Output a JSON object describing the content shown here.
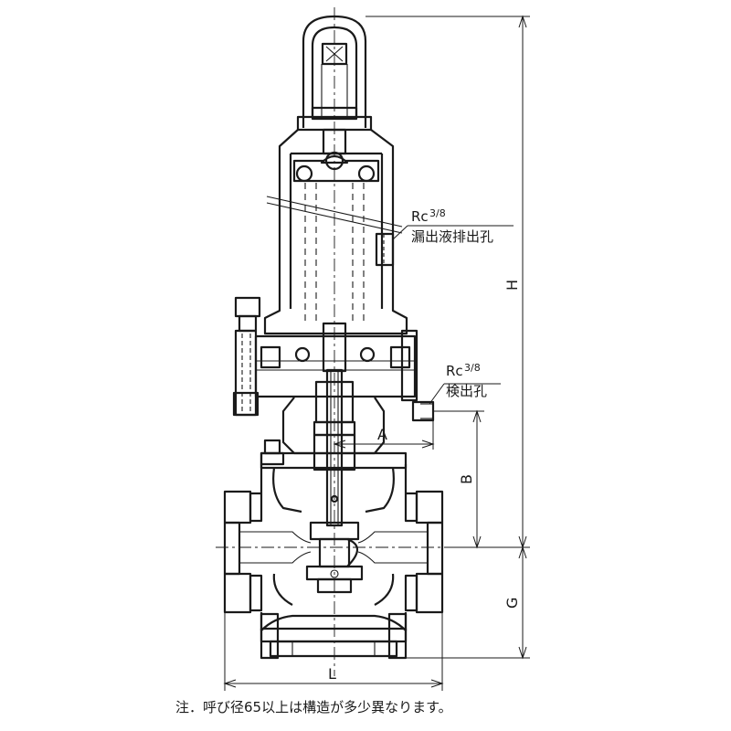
{
  "labels": {
    "port1_rc": "Rc",
    "port1_size": "3/8",
    "port1_name": "漏出液排出孔",
    "port2_rc": "Rc",
    "port2_size": "3/8",
    "port2_name": "検出孔"
  },
  "dimensions": {
    "H": "H",
    "A": "A",
    "B": "B",
    "G": "G",
    "L": "L"
  },
  "note": "注．呼び径65以上は構造が多少異なります。"
}
